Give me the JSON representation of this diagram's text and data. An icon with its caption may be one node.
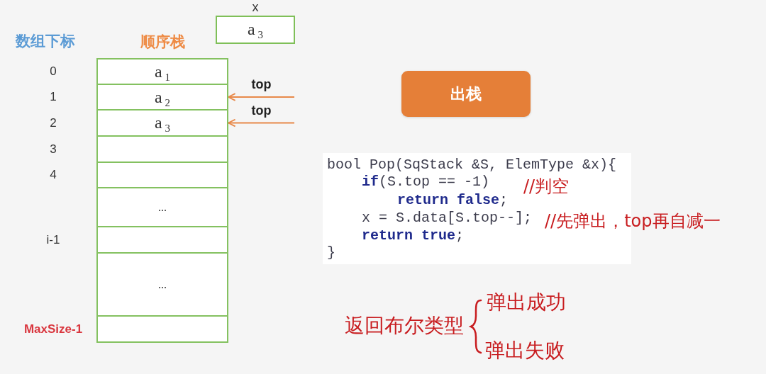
{
  "diagram": {
    "nodes": [
      {
        "text": [
          "x",
          "a$_{3}$"
        ]
      },
      {
        "text": [
          "顺序栈"
        ]
      },
      {
        "text": [
          "a$_{1}$"
        ],
        "in": 1,
        "beside": [
          "0"
        ]
      },
      {
        "text": [
          "a$_{2}$"
        ],
        "in": 1,
        "beside": [
          "1"
        ]
      },
      {
        "text": [
          "a$_{3}$"
        ],
        "in": 1,
        "beside": [
          "2"
        ]
      },
      {
        "text": [],
        "shape": "box",
        "in": 1,
        "beside": [
          "3"
        ]
      },
      {
        "text": [],
        "shape": "box",
        "in": 1,
        "beside": [
          "4"
        ]
      },
      {
        "text": [
          "..."
        ],
        "in": 1
      },
      {
        "text": [],
        "shape": "box",
        "in": 1,
        "beside": [
          "i-1"
        ]
      },
      {
        "text": [
          "..."
        ],
        "in": 1
      },
      {
        "text": [],
        "shape": "box",
        "in": 1,
        "beside": [
          "MaxSize-1"
        ]
      },
      {
        "text": [
          "出栈"
        ]
      }
    ],
    "edges": [
      {
        "from": null,
        "to": 3,
        "arrow": "to",
        "label": "top"
      },
      {
        "from": null,
        "to": 4,
        "arrow": "to",
        "label": "top"
      }
    ],
    "labels": [
      "数组下标",
      "bool Pop(SqStack &S, ElemType &x){",
      "**if**(S.top == -1)",
      "//判空",
      "**return false**;",
      "x = S.data[S.top--];",
      "//先弹出，top再自减一",
      "**return true**;",
      "}",
      "返回布尔类型",
      "弹出成功",
      "弹出失败"
    ]
  }
}
